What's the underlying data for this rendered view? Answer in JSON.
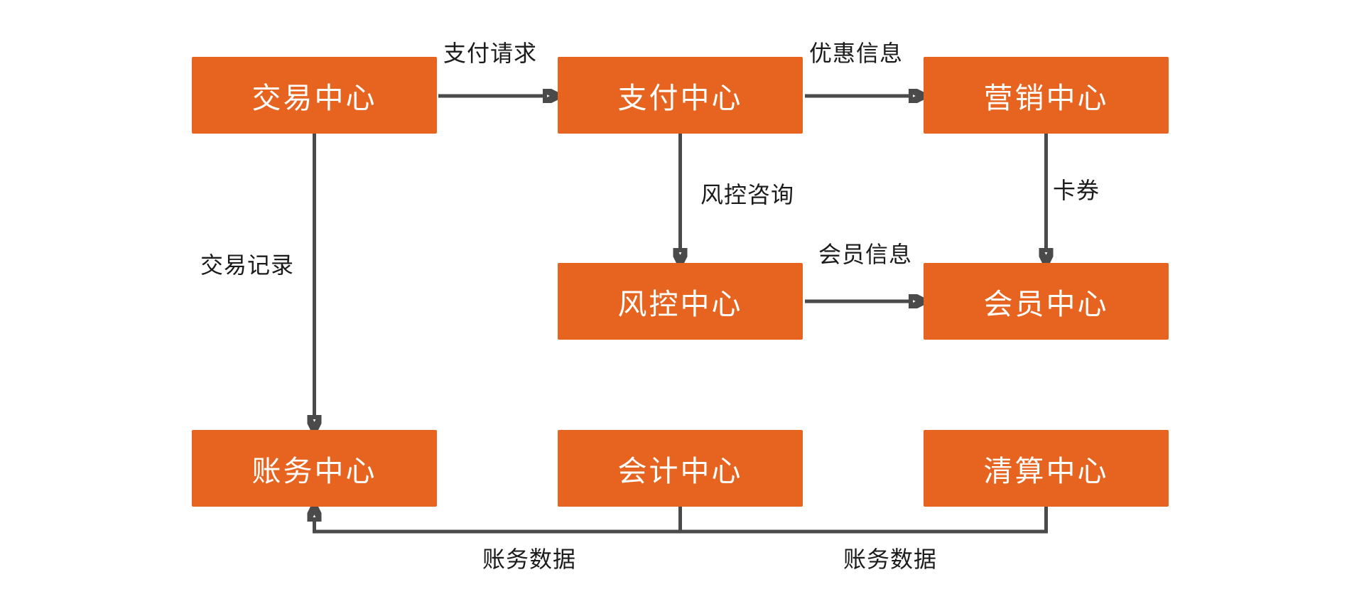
{
  "diagram": {
    "type": "flowchart",
    "colors": {
      "node_fill": "#E6641F",
      "node_text": "#FFFFFF",
      "line_color": "#4A4A4A",
      "label_color": "#1B1B1B",
      "bg": "#FFFFFF"
    },
    "nodes": [
      {
        "id": "trading-center",
        "label": "交易中心"
      },
      {
        "id": "payment-center",
        "label": "支付中心"
      },
      {
        "id": "marketing-center",
        "label": "营销中心"
      },
      {
        "id": "risk-control-center",
        "label": "风控中心"
      },
      {
        "id": "member-center",
        "label": "会员中心"
      },
      {
        "id": "billing-center",
        "label": "账务中心"
      },
      {
        "id": "accounting-center",
        "label": "会计中心"
      },
      {
        "id": "clearing-center",
        "label": "清算中心"
      }
    ],
    "edges": [
      {
        "from": "trading-center",
        "to": "payment-center",
        "label": "支付请求"
      },
      {
        "from": "payment-center",
        "to": "marketing-center",
        "label": "优惠信息"
      },
      {
        "from": "payment-center",
        "to": "risk-control-center",
        "label": "风控咨询"
      },
      {
        "from": "marketing-center",
        "to": "member-center",
        "label": "卡券"
      },
      {
        "from": "risk-control-center",
        "to": "member-center",
        "label": "会员信息"
      },
      {
        "from": "trading-center",
        "to": "billing-center",
        "label": "交易记录"
      },
      {
        "from": "accounting-center",
        "to": "billing-center",
        "label": "账务数据"
      },
      {
        "from": "clearing-center",
        "to": "billing-center",
        "label": "账务数据"
      }
    ]
  }
}
